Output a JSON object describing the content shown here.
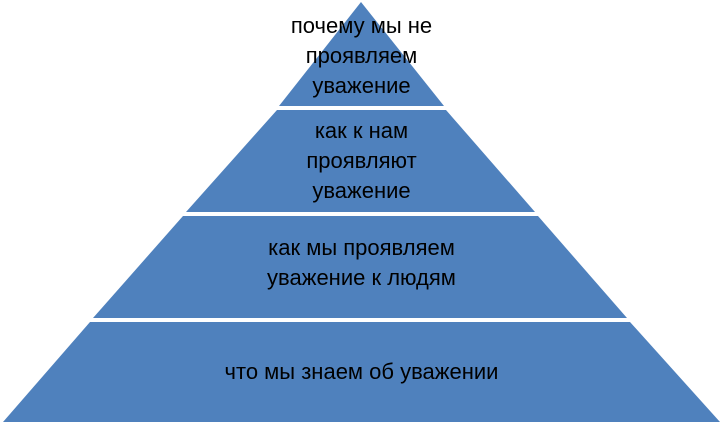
{
  "colors": {
    "fill": "#4f81bd",
    "divider": "#ffffff",
    "text": "#000000"
  },
  "pyramid": {
    "tiers": [
      {
        "text": "почему мы не\nпроявляем\nуважение"
      },
      {
        "text": "как к нам\nпроявляют\nуважение"
      },
      {
        "text": "как мы проявляем\nуважение к людям"
      },
      {
        "text": "что мы знаем об уважении"
      }
    ]
  }
}
